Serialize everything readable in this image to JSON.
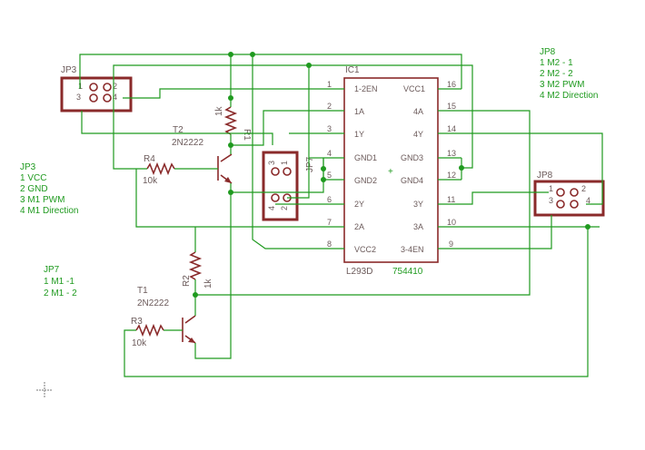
{
  "ic": {
    "name": "IC1",
    "part": "L293D",
    "value": "754410",
    "left_pins": [
      {
        "num": "1",
        "name": "1-2EN"
      },
      {
        "num": "2",
        "name": "1A"
      },
      {
        "num": "3",
        "name": "1Y"
      },
      {
        "num": "4",
        "name": "GND1"
      },
      {
        "num": "5",
        "name": "GND2"
      },
      {
        "num": "6",
        "name": "2Y"
      },
      {
        "num": "7",
        "name": "2A"
      },
      {
        "num": "8",
        "name": "VCC2"
      }
    ],
    "right_pins": [
      {
        "num": "16",
        "name": "VCC1"
      },
      {
        "num": "15",
        "name": "4A"
      },
      {
        "num": "14",
        "name": "4Y"
      },
      {
        "num": "13",
        "name": "GND3"
      },
      {
        "num": "12",
        "name": "GND4"
      },
      {
        "num": "11",
        "name": "3Y"
      },
      {
        "num": "10",
        "name": "3A"
      },
      {
        "num": "9",
        "name": "3-4EN"
      }
    ]
  },
  "connectors": {
    "jp3": {
      "label": "JP3",
      "pins": [
        "1",
        "2",
        "3",
        "4"
      ]
    },
    "jp7": {
      "label": "JP7",
      "pins": [
        "1",
        "2",
        "3",
        "4"
      ]
    },
    "jp8": {
      "label": "JP8",
      "pins": [
        "1",
        "2",
        "3",
        "4"
      ]
    }
  },
  "transistors": {
    "t1": {
      "name": "T1",
      "part": "2N2222"
    },
    "t2": {
      "name": "T2",
      "part": "2N2222"
    }
  },
  "resistors": {
    "r1": {
      "name": "R1",
      "value": "1k"
    },
    "r2": {
      "name": "R2",
      "value": "1k"
    },
    "r3": {
      "name": "R3",
      "value": "10k"
    },
    "r4": {
      "name": "R4",
      "value": "10k"
    }
  },
  "notes": {
    "jp8": [
      "JP8",
      "1 M2 - 1",
      "2 M2 - 2",
      "3 M2 PWM",
      "4 M2 Direction"
    ],
    "jp3": [
      "JP3",
      "1 VCC",
      "2 GND",
      "3 M1 PWM",
      "4 M1 Direction"
    ],
    "jp7": [
      "JP7",
      "1 M1 -1",
      "2 M1 - 2"
    ]
  },
  "colors": {
    "wire": "#1f9a1f",
    "part": "#8a2a2a",
    "label": "#6b5a5a"
  }
}
